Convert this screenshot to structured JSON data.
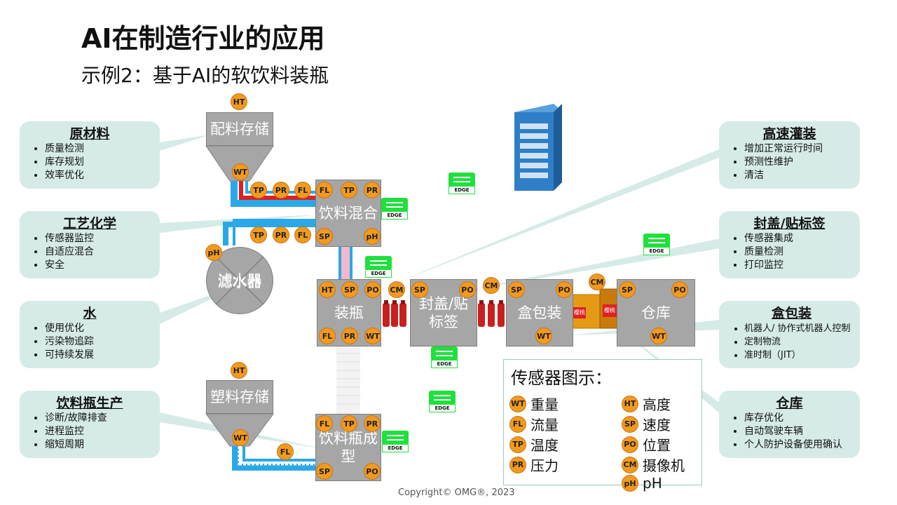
{
  "header": {
    "title": "AI在制造行业的应用",
    "subtitle": "示例2：基于AI的软饮料装瓶"
  },
  "callouts": {
    "raw_material": {
      "title": "原材料",
      "items": [
        "质量检测",
        "库存规划",
        "效率优化"
      ]
    },
    "process_chem": {
      "title": "工艺化学",
      "items": [
        "传感器监控",
        "自适应混合",
        "安全"
      ]
    },
    "water": {
      "title": "水",
      "items": [
        "使用优化",
        "污染物追踪",
        "可持续发展"
      ]
    },
    "bottle_prod": {
      "title": "饮料瓶生产",
      "items": [
        "诊断/故障排查",
        "进程监控",
        "缩短周期"
      ]
    },
    "high_speed_fill": {
      "title": "高速灌装",
      "items": [
        "增加正常运行时间",
        "预测性维护",
        "清洁"
      ]
    },
    "cap_label": {
      "title": "封盖/贴标签",
      "items": [
        "传感器集成",
        "质量检测",
        "打印监控"
      ]
    },
    "boxing": {
      "title": "盒包装",
      "items": [
        "机器人/ 协作式机器人控制",
        "定制物流",
        "准时制（JIT）"
      ]
    },
    "warehouse": {
      "title": "仓库",
      "items": [
        "库存优化",
        "自动驾驶车辆",
        "个人防护设备使用确认"
      ]
    }
  },
  "stations": {
    "ingredient_storage": "配料存储",
    "beverage_mix": "饮料混合",
    "filter": "滤水器",
    "bottling": "装瓶",
    "cap_label": "封盖/贴标签",
    "boxing": "盒包装",
    "warehouse": "仓库",
    "plastic_storage": "塑料存储",
    "bottle_forming": "饮料瓶成型"
  },
  "box_label": "樱桃",
  "edge_label": "EDGE",
  "sensor_codes": {
    "WT": "WT",
    "FL": "FL",
    "TP": "TP",
    "PR": "PR",
    "HT": "HT",
    "SP": "SP",
    "PO": "PO",
    "CM": "CM",
    "pH": "pH"
  },
  "legend": {
    "title": "传感器图示：",
    "items": [
      {
        "code": "WT",
        "label": "重量"
      },
      {
        "code": "FL",
        "label": "流量"
      },
      {
        "code": "TP",
        "label": "温度"
      },
      {
        "code": "PR",
        "label": "压力"
      },
      {
        "code": "HT",
        "label": "高度"
      },
      {
        "code": "SP",
        "label": "速度"
      },
      {
        "code": "PO",
        "label": "位置"
      },
      {
        "code": "CM",
        "label": "摄像机"
      },
      {
        "code": "pH",
        "label": "pH"
      }
    ]
  },
  "colors": {
    "sensor": "#f29a1f",
    "station": "#a6a6a6",
    "callout": "#d6ebe7",
    "edge": "#1ee13c",
    "pipe_blue": "#2aa8e8",
    "pipe_red": "#e02020"
  },
  "footer": {
    "copyright": "Copyright© OMG®, 2023"
  }
}
